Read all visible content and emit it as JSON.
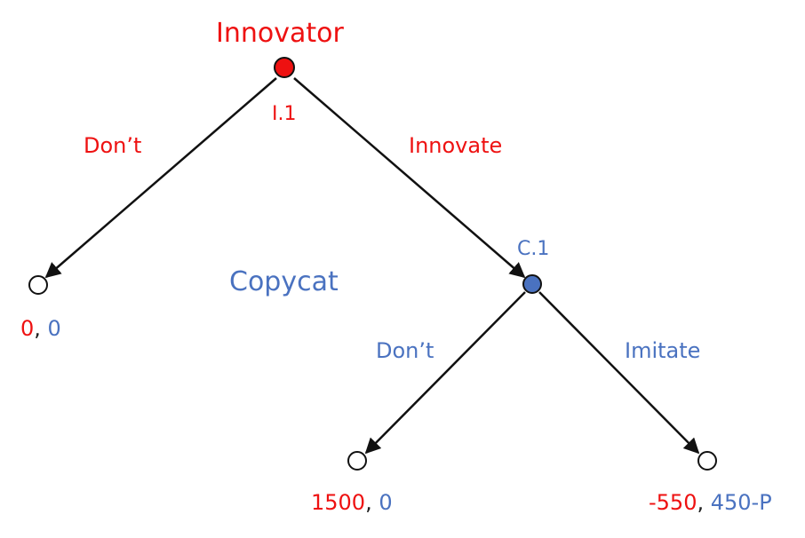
{
  "colors": {
    "innovator": "#ee1111",
    "copycat": "#4a72c0",
    "edge": "#111111",
    "terminal": "#ffffff"
  },
  "players": {
    "innovator": "Innovator",
    "copycat": "Copycat"
  },
  "nodes": {
    "innovator_node": "I.1",
    "copycat_node": "C.1"
  },
  "actions": {
    "innovator_dont": "Don’t",
    "innovator_innovate": "Innovate",
    "copycat_dont": "Don’t",
    "copycat_imitate": "Imitate"
  },
  "payoffs": {
    "left": {
      "innovator": "0",
      "sep": ", ",
      "copycat": "0"
    },
    "middle": {
      "innovator": "1500",
      "sep": ", ",
      "copycat": "0"
    },
    "right": {
      "innovator": "-550",
      "sep": ", ",
      "copycat": "450-P"
    }
  }
}
